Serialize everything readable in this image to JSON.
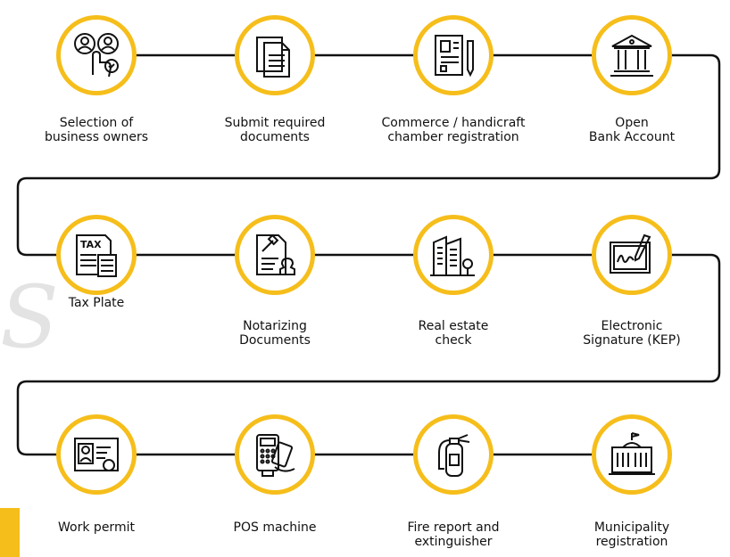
{
  "steps": [
    {
      "label": "Selection of\nbusiness owners",
      "icon": "business-owners-icon"
    },
    {
      "label": "Submit required\ndocuments",
      "icon": "documents-icon"
    },
    {
      "label": "Commerce / handicraft\nchamber registration",
      "icon": "registration-form-icon"
    },
    {
      "label": "Open\nBank Account",
      "icon": "bank-icon"
    },
    {
      "label": "Tax Plate",
      "icon": "tax-plate-icon"
    },
    {
      "label": "Notarizing\nDocuments",
      "icon": "notary-stamp-icon"
    },
    {
      "label": "Real estate\ncheck",
      "icon": "buildings-icon"
    },
    {
      "label": "Electronic\nSignature (KEP)",
      "icon": "signature-icon"
    },
    {
      "label": "Work permit",
      "icon": "id-card-icon"
    },
    {
      "label": "POS machine",
      "icon": "pos-machine-icon"
    },
    {
      "label": "Fire report and\nextinguisher",
      "icon": "fire-extinguisher-icon"
    },
    {
      "label": "Municipality\nregistration",
      "icon": "municipality-building-icon"
    }
  ],
  "watermark": "S",
  "colors": {
    "accent": "#f6be1b",
    "line": "#111111"
  }
}
